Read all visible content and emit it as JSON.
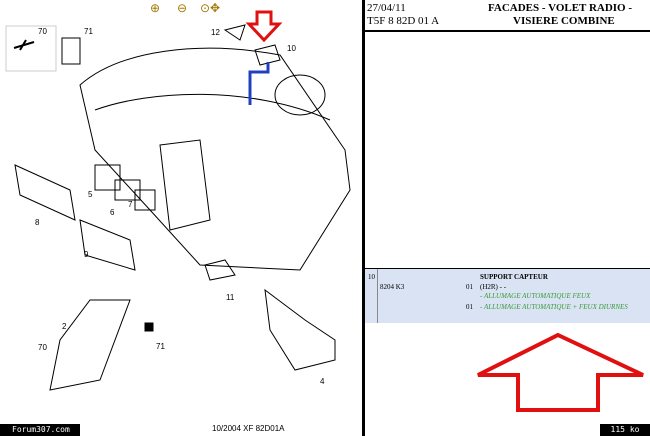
{
  "toolbar": {
    "zoom_in": "zoom-in",
    "zoom_out": "zoom-out",
    "zoom_move": "zoom-pan"
  },
  "diagram": {
    "labels": [
      "70",
      "71",
      "12",
      "10",
      "5",
      "6",
      "7",
      "8",
      "9",
      "11",
      "2",
      "70",
      "71",
      "4"
    ],
    "reference": "10/2004  XF 82D01A"
  },
  "header": {
    "date": "27/04/11",
    "code": "T5F 8 82D 01 A",
    "title_line1": "FACADES - VOLET RADIO -",
    "title_line2": "VISIERE COMBINE"
  },
  "row": {
    "number": "10",
    "ref": "8204 K3",
    "title": "SUPPORT CAPTEUR",
    "options": [
      {
        "qty": "01",
        "text": "(H2R) - -"
      },
      {
        "qty": "",
        "text": "- ALLUMAGE AUTOMATIQUE FEUX"
      },
      {
        "qty": "01",
        "text": "- ALLUMAGE AUTOMATIQUE + FEUX DIURNES"
      }
    ]
  },
  "footer": {
    "site": "Forum307.com",
    "size": "115 ko"
  },
  "colors": {
    "highlight": "#d9e3f3",
    "arrow": "#e01010",
    "blue_line": "#2040c0"
  }
}
